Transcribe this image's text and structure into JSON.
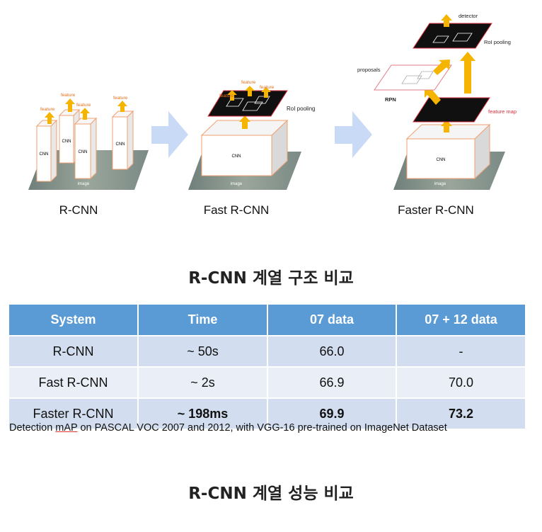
{
  "diagram": {
    "rcnn": {
      "features": [
        "feature",
        "feature",
        "feature",
        "feature"
      ],
      "cnn_labels": [
        "CNN",
        "CNN",
        "CNN",
        "CNN"
      ],
      "image_label": "image",
      "caption": "R-CNN"
    },
    "fast": {
      "features": [
        "feature",
        "feature",
        "feature"
      ],
      "roi_label": "RoI pooling",
      "cnn_label": "CNN",
      "image_label": "image",
      "caption": "Fast R-CNN"
    },
    "faster": {
      "detector_label": "detector",
      "roi_label": "RoI pooling",
      "proposals_label": "proposals",
      "rpn_label": "RPN",
      "feature_map_label": "feature map",
      "cnn_label": "CNN",
      "image_label": "image",
      "caption": "Faster R-CNN"
    },
    "colors": {
      "arrow": "#f5b400",
      "feature_text": "#e8701a",
      "red": "#d8313f",
      "chevron": "#c9daf6"
    }
  },
  "heading_structure": "R-CNN 계열 구조 비교",
  "table": {
    "headers": [
      "System",
      "Time",
      "07 data",
      "07 + 12 data"
    ],
    "rows": [
      [
        "R-CNN",
        "~ 50s",
        "66.0",
        "-"
      ],
      [
        "Fast R-CNN",
        "~ 2s",
        "66.9",
        "70.0"
      ],
      [
        "Faster R-CNN",
        "~ 198ms",
        "69.9",
        "73.2"
      ]
    ]
  },
  "note": {
    "prefix": "Detection ",
    "underlined": "mAP",
    "suffix": " on PASCAL VOC 2007 and 2012, with VGG-16 pre-trained on ImageNet Dataset"
  },
  "heading_performance": "R-CNN 계열 성능 비교"
}
